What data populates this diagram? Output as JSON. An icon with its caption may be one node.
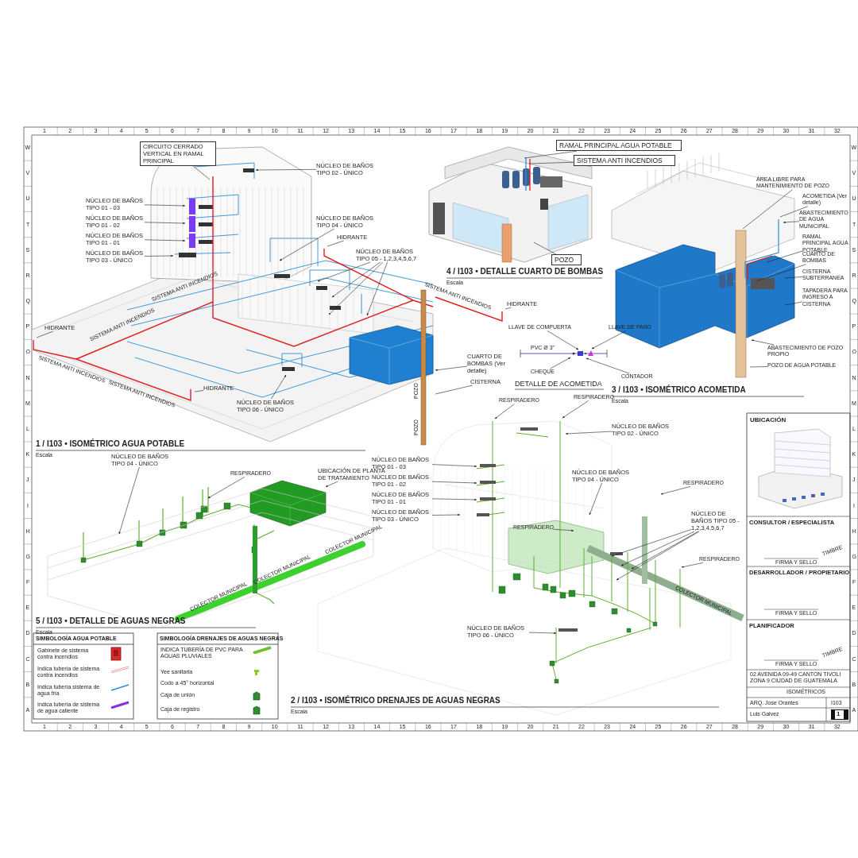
{
  "diagram": {
    "nodes": [
      {
        "text": [
          "CIRCUITO CERRADO VERTICAL EN RAMAL PRINCIPAL"
        ]
      },
      {
        "text": [
          "NÚCLEO DE BAÑOS TIPO 02 - ÚNICO"
        ]
      },
      {
        "text": [
          "NÚCLEO DE BAÑOS TIPO 01 - 03"
        ]
      },
      {
        "text": [
          "NÚCLEO DE BAÑOS TIPO 01 - 02"
        ]
      },
      {
        "text": [
          "NÚCLEO DE BAÑOS TIPO 01 - 01"
        ]
      },
      {
        "text": [
          "NÚCLEO DE BAÑOS TIPO 03 - ÚNICO"
        ]
      },
      {
        "text": [
          "NÚCLEO DE BAÑOS TIPO 04 - ÚNICO"
        ]
      },
      {
        "text": [
          "HIDRANTE"
        ]
      },
      {
        "text": [
          "NÚCLEO DE BAÑOS TIPO 05 - 1,2,3,4,5,6,7"
        ]
      },
      {
        "text": [
          "HIDRANTE"
        ]
      },
      {
        "text": [
          "HIDRANTE"
        ]
      },
      {
        "text": [
          "NÚCLEO DE BAÑOS TIPO 06 - ÚNICO"
        ]
      },
      {
        "text": [
          "CUARTO DE BOMBAS (Ver detalle)"
        ]
      },
      {
        "text": [
          "CISTERNA"
        ]
      },
      {
        "text": [
          "HIDRANTE"
        ]
      },
      {
        "text": [
          "RAMAL PRINCIPAL AGUA POTABLE"
        ]
      },
      {
        "text": [
          "SISTEMA ANTI INCENDIOS"
        ]
      },
      {
        "text": [
          "POZO"
        ]
      },
      {
        "text": [
          "ÁREA LIBRE PARA MANTENIMIENTO DE POZO"
        ]
      },
      {
        "text": [
          "ACOMETIDA (Ver detalle)"
        ]
      },
      {
        "text": [
          "ABASTECIMIENTO DE AGUA MUNICIPAL"
        ]
      },
      {
        "text": [
          "RAMAL PRINCIPAL AGUA POTABLE"
        ]
      },
      {
        "text": [
          "CUARTO DE BOMBAS"
        ]
      },
      {
        "text": [
          "CISTERNA SUBTERRANEA"
        ]
      },
      {
        "text": [
          "TAPADERA PARA INGRESO A CISTERNA"
        ]
      },
      {
        "text": [
          "ABASTECIMIENTO DE POZO PROPIO"
        ]
      },
      {
        "text": [
          "POZO DE AGUA POTABLE"
        ]
      },
      {
        "text": [
          "LLAVE DE COMPUERTA"
        ]
      },
      {
        "text": [
          "LLAVE DE PASO"
        ]
      },
      {
        "text": [
          "CHEQUE"
        ]
      },
      {
        "text": [
          "CONTADOR"
        ]
      },
      {
        "text": [
          "NÚCLEO DE BAÑOS TIPO 04 - ÚNICO"
        ]
      },
      {
        "text": [
          "RESPIRADERO"
        ]
      },
      {
        "text": [
          "UBICACIÓN DE PLANTA DE TRATAMIENTO"
        ]
      },
      {
        "text": [
          "RESPIRADERO"
        ]
      },
      {
        "text": [
          "RESPIRADERO"
        ]
      },
      {
        "text": [
          "NÚCLEO DE BAÑOS TIPO 02 - ÚNICO"
        ]
      },
      {
        "text": [
          "NÚCLEO DE BAÑOS TIPO 01 - 03"
        ]
      },
      {
        "text": [
          "NÚCLEO DE BAÑOS TIPO 01 - 02"
        ]
      },
      {
        "text": [
          "NÚCLEO DE BAÑOS TIPO 01 - 01"
        ]
      },
      {
        "text": [
          "NÚCLEO DE BAÑOS TIPO 03 - ÚNICO"
        ]
      },
      {
        "text": [
          "NÚCLEO DE BAÑOS TIPO 04 - ÚNICO"
        ]
      },
      {
        "text": [
          "RESPIRADERO"
        ]
      },
      {
        "text": [
          "NÚCLEO DE BAÑOS TIPO 05 - 1,2,3,4,5,6,7"
        ]
      },
      {
        "text": [
          "RESPIRADERO"
        ]
      },
      {
        "text": [
          "RESPIRADERO"
        ]
      },
      {
        "text": [
          "NÚCLEO DE BAÑOS TIPO 06 - ÚNICO"
        ]
      },
      {
        "text": [],
        "shape": "box"
      },
      {
        "text": [],
        "shape": "pipe"
      },
      {
        "text": [],
        "shape": "picture"
      }
    ],
    "edges": [
      {
        "from": 0,
        "to": null,
        "arrow": "none"
      },
      {
        "from": 1,
        "to": null,
        "arrow": "to"
      },
      {
        "from": 2,
        "to": null,
        "arrow": "to"
      },
      {
        "from": 3,
        "to": null,
        "arrow": "to"
      },
      {
        "from": 4,
        "to": null,
        "arrow": "to"
      },
      {
        "from": 5,
        "to": null,
        "arrow": "to"
      },
      {
        "from": 6,
        "to": null,
        "arrow": "to"
      },
      {
        "from": 7,
        "to": null,
        "arrow": "none"
      },
      {
        "from": 8,
        "to": null,
        "arrow": "to"
      },
      {
        "from": 8,
        "to": null,
        "arrow": "to"
      },
      {
        "from": 8,
        "to": null,
        "arrow": "to"
      },
      {
        "from": 8,
        "to": null,
        "arrow": "to"
      },
      {
        "from": 9,
        "to": null,
        "arrow": "none"
      },
      {
        "from": 10,
        "to": null,
        "arrow": "none"
      },
      {
        "from": 11,
        "to": null,
        "arrow": "to"
      },
      {
        "from": 12,
        "to": null,
        "arrow": "to"
      },
      {
        "from": 13,
        "to": null,
        "arrow": "none"
      },
      {
        "from": 14,
        "to": null,
        "arrow": "none"
      },
      {
        "from": 15,
        "to": null,
        "arrow": "none"
      },
      {
        "from": 16,
        "to": null,
        "arrow": "none"
      },
      {
        "from": 17,
        "to": null,
        "arrow": "none"
      },
      {
        "from": 18,
        "to": null,
        "arrow": "none"
      },
      {
        "from": 19,
        "to": null,
        "arrow": "none"
      },
      {
        "from": 20,
        "to": null,
        "arrow": "to"
      },
      {
        "from": 21,
        "to": null,
        "arrow": "none"
      },
      {
        "from": 22,
        "to": null,
        "arrow": "none"
      },
      {
        "from": 23,
        "to": null,
        "arrow": "none"
      },
      {
        "from": 24,
        "to": null,
        "arrow": "none"
      },
      {
        "from": 25,
        "to": null,
        "arrow": "to"
      },
      {
        "from": 26,
        "to": null,
        "arrow": "none"
      },
      {
        "from": 27,
        "to": null,
        "arrow": "to"
      },
      {
        "from": 28,
        "to": null,
        "arrow": "to"
      },
      {
        "from": 29,
        "to": null,
        "arrow": "to"
      },
      {
        "from": 30,
        "to": null,
        "arrow": "to"
      },
      {
        "from": 31,
        "to": 49,
        "arrow": "to"
      },
      {
        "from": 32,
        "to": 48,
        "arrow": "to"
      },
      {
        "from": 33,
        "to": 47,
        "arrow": "to"
      },
      {
        "from": 34,
        "to": null,
        "arrow": "to"
      },
      {
        "from": 35,
        "to": null,
        "arrow": "to"
      },
      {
        "from": 36,
        "to": null,
        "arrow": "to"
      },
      {
        "from": 37,
        "to": null,
        "arrow": "to"
      },
      {
        "from": 38,
        "to": null,
        "arrow": "to"
      },
      {
        "from": 39,
        "to": null,
        "arrow": "to"
      },
      {
        "from": 40,
        "to": null,
        "arrow": "to"
      },
      {
        "from": 41,
        "to": null,
        "arrow": "to"
      },
      {
        "from": 42,
        "to": null,
        "arrow": "to"
      },
      {
        "from": 43,
        "to": null,
        "arrow": "to"
      },
      {
        "from": 43,
        "to": null,
        "arrow": "to"
      },
      {
        "from": 43,
        "to": null,
        "arrow": "to"
      },
      {
        "from": 43,
        "to": null,
        "arrow": "to"
      },
      {
        "from": 44,
        "to": null,
        "arrow": "to"
      },
      {
        "from": 45,
        "to": null,
        "arrow": "to"
      },
      {
        "from": 46,
        "to": null,
        "arrow": "to"
      }
    ],
    "labels": [
      "1",
      "2",
      "3",
      "4",
      "5",
      "6",
      "7",
      "8",
      "9",
      "10",
      "11",
      "12",
      "13",
      "14",
      "15",
      "16",
      "17",
      "18",
      "19",
      "20",
      "21",
      "22",
      "23",
      "24",
      "25",
      "26",
      "27",
      "28",
      "29",
      "30",
      "31",
      "32",
      "W",
      "V",
      "U",
      "T",
      "S",
      "R",
      "Q",
      "P",
      "O",
      "N",
      "M",
      "L",
      "K",
      "J",
      "I",
      "H",
      "G",
      "F",
      "E",
      "D",
      "C",
      "B",
      "A",
      "W",
      "V",
      "U",
      "T",
      "S",
      "R",
      "Q",
      "P",
      "O",
      "N",
      "M",
      "L",
      "K",
      "J",
      "I",
      "H",
      "G",
      "F",
      "E",
      "D",
      "C",
      "B",
      "A",
      "1",
      "2",
      "3",
      "4",
      "5",
      "6",
      "7",
      "8",
      "9",
      "10",
      "11",
      "12",
      "13",
      "14",
      "15",
      "16",
      "17",
      "18",
      "19",
      "20",
      "21",
      "22",
      "23",
      "24",
      "25",
      "26",
      "27",
      "28",
      "29",
      "30",
      "31",
      "32",
      "1 / I103 • ISOMÉTRICO AGUA POTABLE",
      "Escala",
      "SISTEMA ANTI INCENDIOS",
      "SISTEMA ANTI INCENDIOS",
      "SISTEMA ANTI INCENDIOS",
      "SISTEMA ANTI INCENDIOS",
      "POZO",
      "POZO",
      "SISTEMA ANTI INCENDIOS",
      "4 / I103 • DETALLE CUARTO DE BOMBAS",
      "Escala",
      "PVC Ø 3\"",
      "DETALLE DE ACOMETIDA",
      "3 / I103 • ISOMÉTRICO ACOMETIDA",
      "Escala",
      "COLECTOR MUNICIPAL",
      "COLECTOR MUNICIPAL",
      "COLECTOR MUNICIPAL",
      "5 / I103 • DETALLE DE AGUAS NEGRAS",
      "Escala",
      "SIMBOLOGÍA AGUA POTABLE",
      "SIMBOLOGÍA DRENAJES DE AGUAS NEGRAS",
      "COLECTOR MUNICIPAL",
      "2 / I103 • ISOMÉTRICO DRENAJES DE AGUAS NEGRAS",
      "Escala",
      "UBICACIÓN",
      "CONSULTOR / ESPECIALISTA",
      "TIMBRE",
      "FIRMA Y SELLO",
      "DESARROLLADOR / PROPIETARIO",
      "FIRMA Y SELLO",
      "PLANIFICADOR",
      "TIMBRE",
      "FIRMA Y SELLO",
      "02 AVENIDA 09-49 CANTON TIVOLI ZONA 9 CIUDAD DE GUATEMALA",
      "ISOMÉTRICOS",
      "ARQ. Jose Orantes",
      "I103",
      "Luis Galvez",
      "1"
    ],
    "legend": [
      {
        "text": "Gabinete de sistema contra incendios"
      },
      {
        "text": "Indica tubería de sistema contra incendios"
      },
      {
        "text": "Indica tubería sistema de agua fría"
      },
      {
        "text": "Indica tubería de sistema de agua caliente"
      },
      {
        "text": "INDICA TUBERÍA DE PVC PARA AGUAS PLUVIALES"
      },
      {
        "text": "Yee sanitaria"
      },
      {
        "text": "Codo a 45° horizontal"
      },
      {
        "text": "Caja de unión"
      },
      {
        "text": "Caja de registro"
      }
    ]
  }
}
